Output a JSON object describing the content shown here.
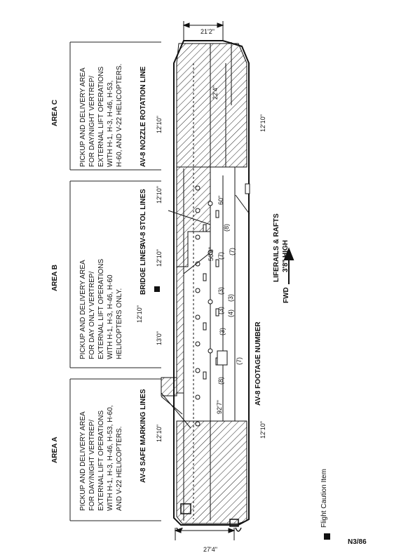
{
  "areas": {
    "a": {
      "title": "AREA A",
      "desc": "PICKUP AND DELIVERY AREA\nFOR DAY/NIGHT VERTREP/\nEXTERNAL LIFT OPERATIONS\nWITH H-1, H-3, H-46, H-53, H-60,\nAND V-22 HELICOPTERS."
    },
    "b": {
      "title": "AREA B",
      "desc": "PICKUP AND DELIVERY AREA\nFOR DAY ONLY VERTREP/\nEXTERNAL LIFT OPERATIONS\nWITH H-1, H-3, H-46, H-60\nHELICOPTERS ONLY."
    },
    "c": {
      "title": "AREA C",
      "desc": "PICKUP AND DELIVERY AREA\nFOR DAY/NIGHT VERTREP/\nEXTERNAL LIFT OPERATIONS\nWITH H-1, H-3, H-46, H-53,\nH-60, AND V-22 HELICOPTERS."
    }
  },
  "labels": {
    "nozzle": "AV-8 NOZZLE ROTATION LINE",
    "stol": "AV-8 STOL LINES",
    "bridge": "BRIDGE LINES",
    "safe": "AV-8 SAFE MARKING LINES",
    "footage": "AV-8 FOOTAGE NUMBER",
    "liferails": "LIFERAILS & RAFTS",
    "liferails_high": "3'8\" HIGH",
    "fwd": "FWD"
  },
  "dims": {
    "d21_2": "21'2\"",
    "d22_4": "22'4\"",
    "d12_10": "12'10\"",
    "d60": "60\"",
    "d50_6": "50'6\"",
    "d13_0": "13'0\"",
    "d92_7": "92'7\"",
    "d27_4": "27'4\""
  },
  "footage_nums": [
    "(8)",
    "(7)",
    "(7)",
    "(3)",
    "(3)",
    "(3)",
    "(4)",
    "(3)",
    "(8)",
    "(7)"
  ],
  "legend": "Flight Caution Item",
  "code": "N3/86"
}
